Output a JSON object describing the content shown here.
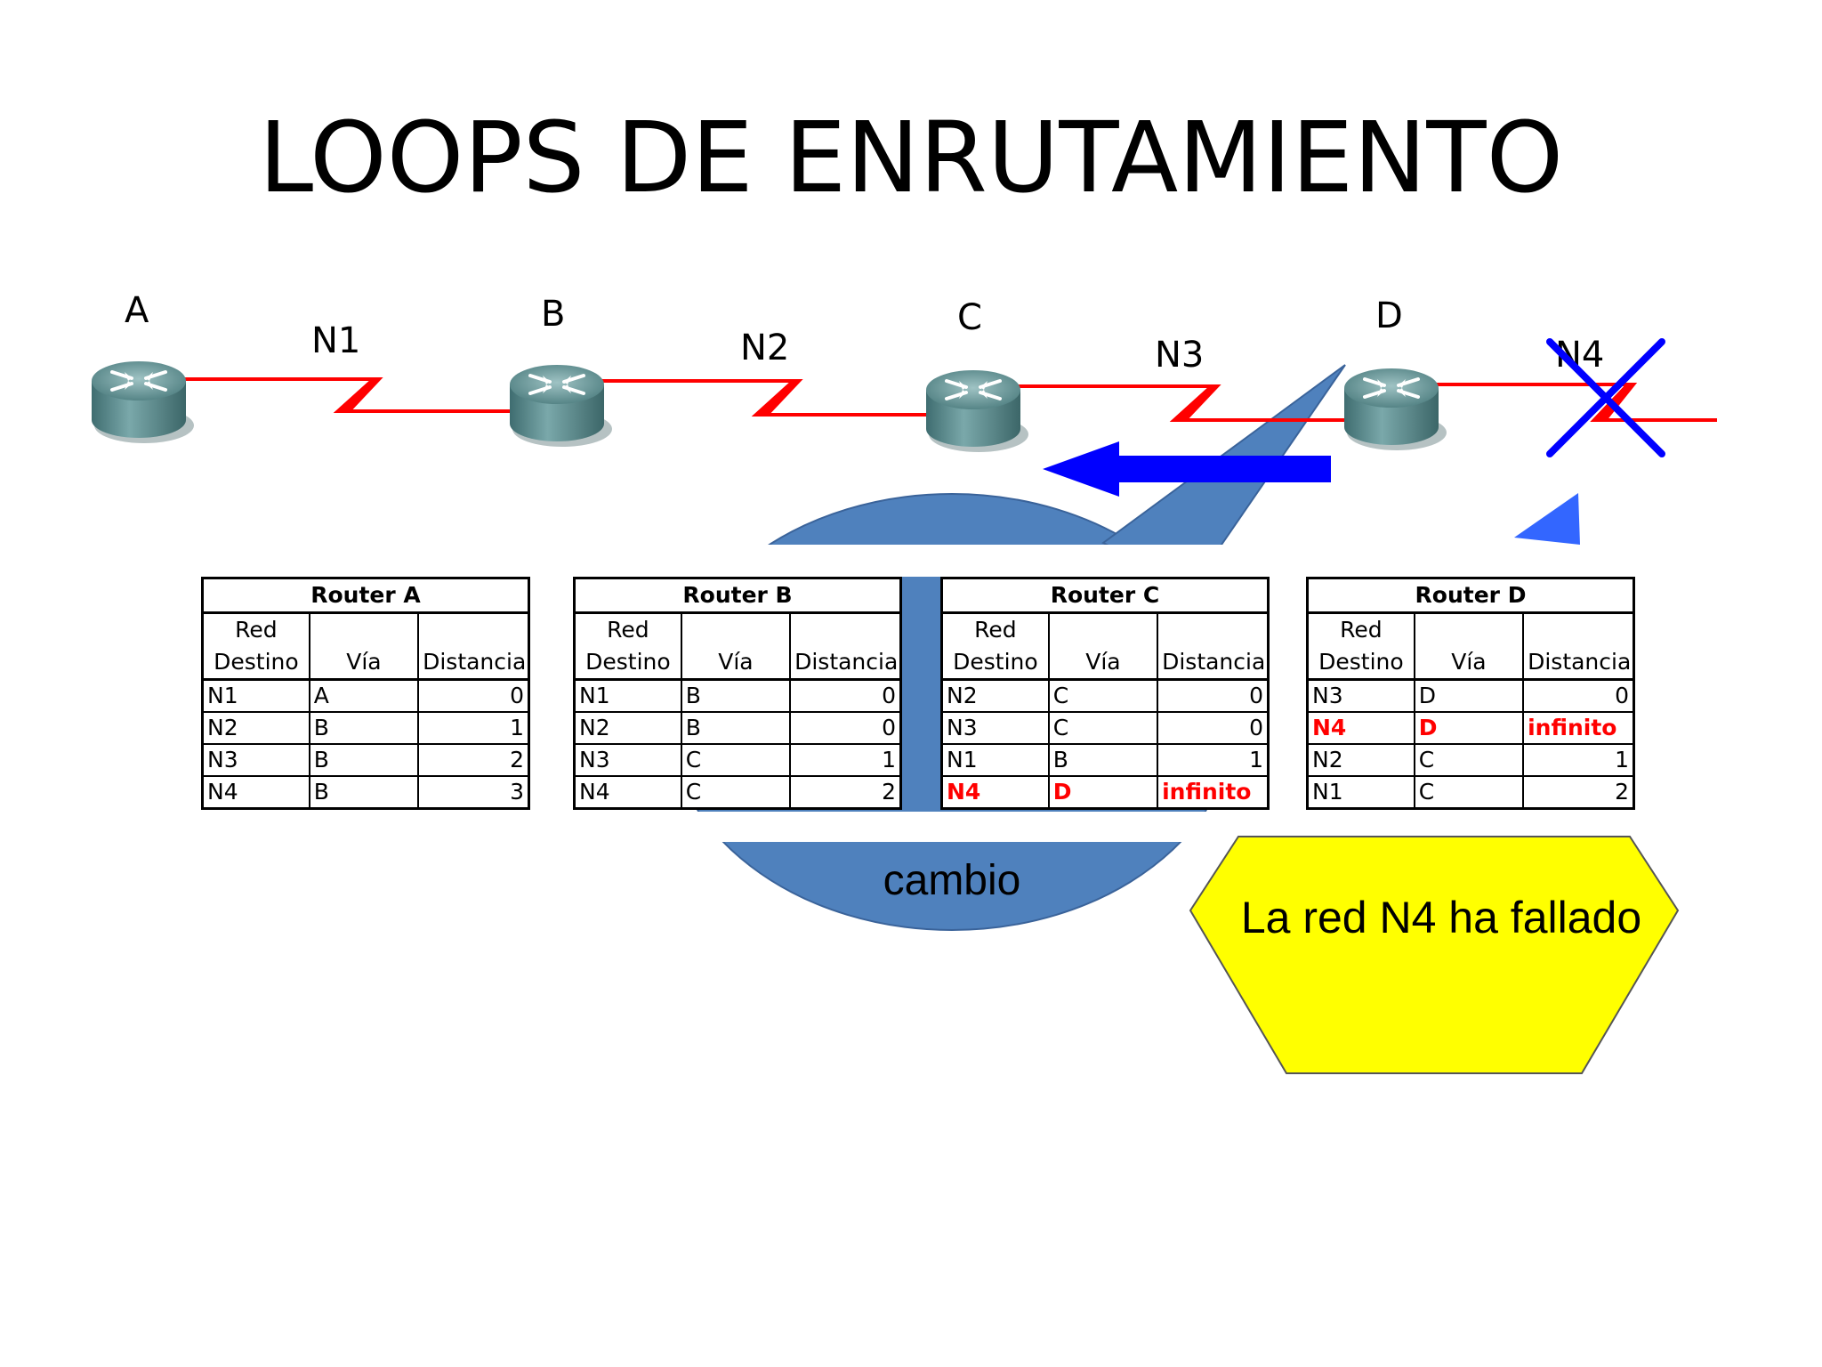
{
  "slide": {
    "title": "LOOPS DE ENRUTAMIENTO"
  },
  "network": {
    "routers": [
      "A",
      "B",
      "C",
      "D"
    ],
    "links": [
      "N1",
      "N2",
      "N3",
      "N4"
    ],
    "failed_link": "N4",
    "colors": {
      "link": "#ff0000",
      "router": "#5b8a8c",
      "arrow": "#0000ff",
      "fail_mark": "#0000ff",
      "cloud": "#4f81bd",
      "callout": "#ffff00"
    }
  },
  "tables": [
    {
      "router": "Router A",
      "headers": [
        "Red Destino",
        "Vía",
        "Distancia"
      ],
      "rows": [
        {
          "red": "N1",
          "via": "A",
          "dist": "0",
          "highlight": false
        },
        {
          "red": "N2",
          "via": "B",
          "dist": "1",
          "highlight": false
        },
        {
          "red": "N3",
          "via": "B",
          "dist": "2",
          "highlight": false
        },
        {
          "red": "N4",
          "via": "B",
          "dist": "3",
          "highlight": false
        }
      ]
    },
    {
      "router": "Router B",
      "headers": [
        "Red Destino",
        "Vía",
        "Distancia"
      ],
      "rows": [
        {
          "red": "N1",
          "via": "B",
          "dist": "0",
          "highlight": false
        },
        {
          "red": "N2",
          "via": "B",
          "dist": "0",
          "highlight": false
        },
        {
          "red": "N3",
          "via": "C",
          "dist": "1",
          "highlight": false
        },
        {
          "red": "N4",
          "via": "C",
          "dist": "2",
          "highlight": false
        }
      ]
    },
    {
      "router": "Router C",
      "headers": [
        "Red Destino",
        "Vía",
        "Distancia"
      ],
      "rows": [
        {
          "red": "N2",
          "via": "C",
          "dist": "0",
          "highlight": false
        },
        {
          "red": "N3",
          "via": "C",
          "dist": "0",
          "highlight": false
        },
        {
          "red": "N1",
          "via": "B",
          "dist": "1",
          "highlight": false
        },
        {
          "red": "N4",
          "via": "D",
          "dist": "infinito",
          "highlight": true
        }
      ]
    },
    {
      "router": "Router D",
      "headers": [
        "Red Destino",
        "Vía",
        "Distancia"
      ],
      "rows": [
        {
          "red": "N3",
          "via": "D",
          "dist": "0",
          "highlight": false
        },
        {
          "red": "N4",
          "via": "D",
          "dist": "infinito",
          "highlight": true
        },
        {
          "red": "N2",
          "via": "C",
          "dist": "1",
          "highlight": false
        },
        {
          "red": "N1",
          "via": "C",
          "dist": "2",
          "highlight": false
        }
      ]
    }
  ],
  "callouts": {
    "cambio": "cambio",
    "fallo": "La red N4 ha fallado"
  }
}
